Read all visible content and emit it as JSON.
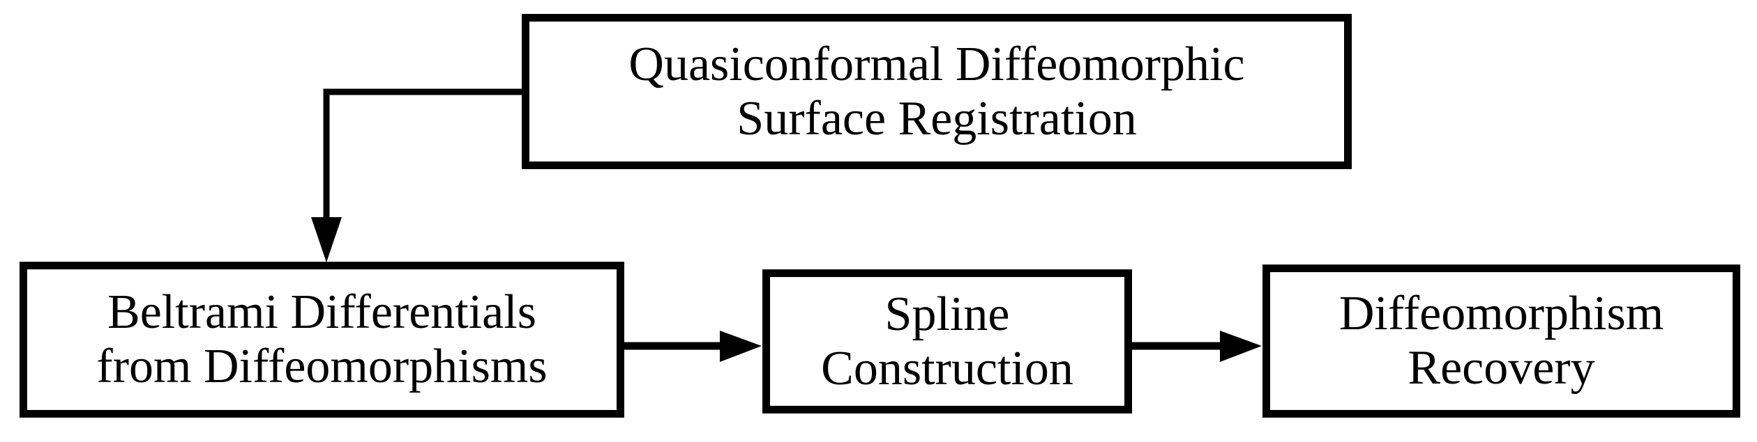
{
  "diagram": {
    "title": "Quasiconformal surface registration pipeline flowchart",
    "ink_color": "#000000",
    "background_color": "#ffffff",
    "nodes": [
      {
        "id": "quasiconformal-diffeomorphic-surface-registration",
        "lines": [
          "Quasiconformal Diffeomorphic",
          "Surface Registration"
        ]
      },
      {
        "id": "beltrami-differentials-from-diffeomorphisms",
        "lines": [
          "Beltrami Differentials",
          "from Diffeomorphisms"
        ]
      },
      {
        "id": "spline-construction",
        "lines": [
          "Spline",
          "Construction"
        ]
      },
      {
        "id": "diffeomorphism-recovery",
        "lines": [
          "Diffeomorphism",
          "Recovery"
        ]
      }
    ],
    "edges": [
      {
        "from": "quasiconformal-diffeomorphic-surface-registration",
        "to": "beltrami-differentials-from-diffeomorphisms",
        "style": "elbow, exits left side of top box, arrow points down into top of target"
      },
      {
        "from": "beltrami-differentials-from-diffeomorphisms",
        "to": "spline-construction",
        "style": "straight horizontal, arrow points right"
      },
      {
        "from": "spline-construction",
        "to": "diffeomorphism-recovery",
        "style": "straight horizontal, arrow points right"
      }
    ]
  }
}
